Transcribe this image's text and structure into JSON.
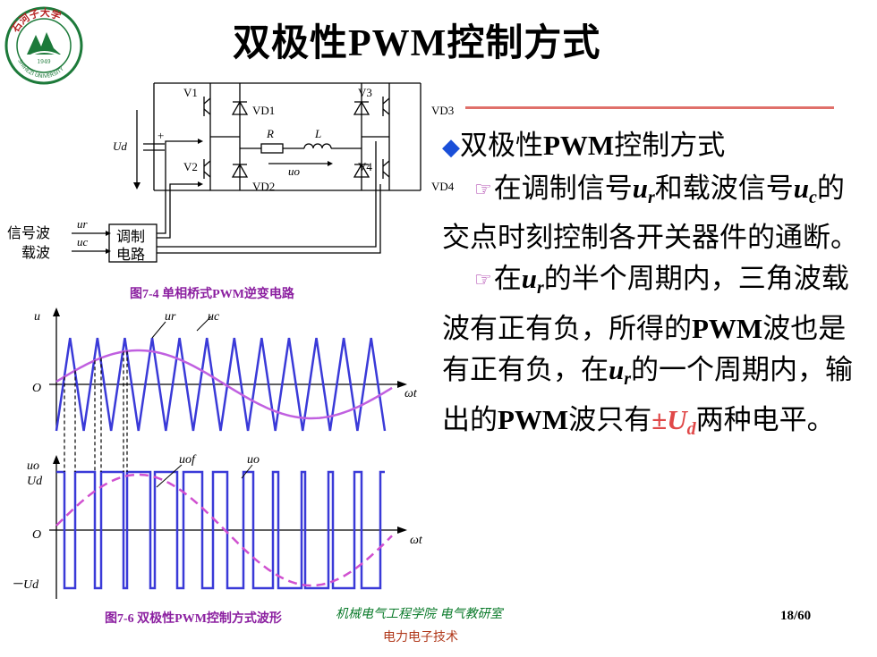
{
  "slide": {
    "title": "双极性PWM控制方式",
    "page_number": "18/60",
    "school": "机械电气工程学院 电气教研室",
    "course": "电力电子技术"
  },
  "logo": {
    "arc_text": "石河子大学",
    "year": "1949",
    "english": "SHIHEZI UNIVERSITY",
    "ring_color": "#1d7a3a"
  },
  "circuit": {
    "caption": "图7-4  单相桥式PWM逆变电路",
    "labels": {
      "v1": "V1",
      "v2": "V2",
      "v3": "V3",
      "v4": "V4",
      "vd1": "VD1",
      "vd2": "VD2",
      "vd3": "VD3",
      "vd4": "VD4",
      "ud": "Ud",
      "plus": "+",
      "r": "R",
      "l": "L",
      "uo": "uo",
      "signal": "信号波",
      "carrier": "载波",
      "ur": "ur",
      "uc": "uc",
      "mod_line1": "调制",
      "mod_line2": "电路"
    }
  },
  "waveform": {
    "caption": "图7-6  双极性PWM控制方式波形",
    "upper": {
      "y_axis": "u",
      "origin": "O",
      "x_axis": "ωt",
      "ur_label": "ur",
      "uc_label": "uc"
    },
    "lower": {
      "y_axis": "uo",
      "ud_pos": "Ud",
      "ud_neg": "－Ud",
      "origin": "O",
      "x_axis": "ωt",
      "uof_label": "uof",
      "uo_label": "uo"
    },
    "colors": {
      "carrier": "#3a3ad8",
      "signal": "#c060e0",
      "pwm": "#3a3ad8",
      "fundamental": "#d050d0"
    }
  },
  "content": {
    "heading": "双极性PWM控制方式",
    "p1": "在调制信号ur和载波信号uc的交点时刻控制各开关器件的通断。",
    "p2": "在ur的半个周期内，三角波载波有正有负，所得的PWM波也是有正有负，在ur的一个周期内，输出的PWM波只有±Ud两种电平。",
    "colors": {
      "diamond": "#1a4fd8",
      "hand": "#a020a0",
      "ud": "#e04848",
      "rule": "#e0706a"
    }
  }
}
